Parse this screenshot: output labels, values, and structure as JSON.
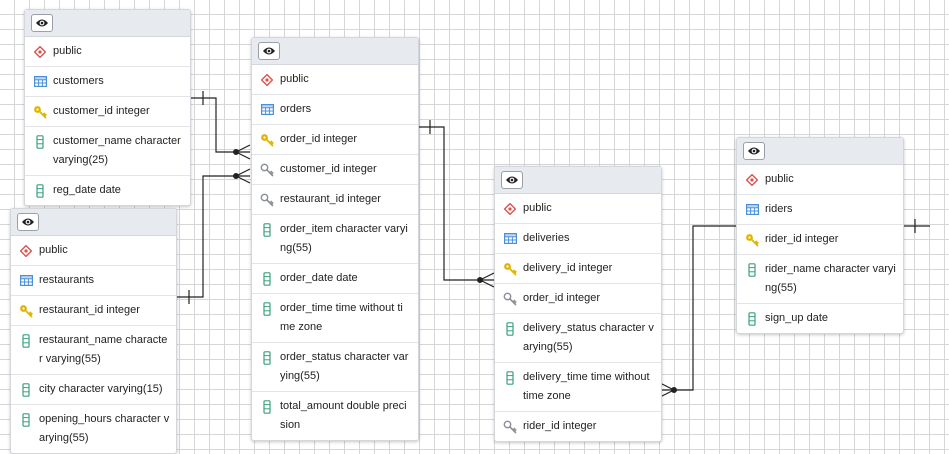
{
  "tables": {
    "customers": {
      "schema": "public",
      "name": "customers",
      "columns": [
        {
          "icon": "primary-key-icon",
          "text": "customer_id integer"
        },
        {
          "icon": "column-icon",
          "text": "customer_name character varying(25)"
        },
        {
          "icon": "column-icon",
          "text": "reg_date date"
        }
      ]
    },
    "restaurants": {
      "schema": "public",
      "name": "restaurants",
      "columns": [
        {
          "icon": "primary-key-icon",
          "text": "restaurant_id integer"
        },
        {
          "icon": "column-icon",
          "text": "restaurant_name character varying(55)"
        },
        {
          "icon": "column-icon",
          "text": "city character varying(15)"
        },
        {
          "icon": "column-icon",
          "text": "opening_hours character varying(55)"
        }
      ]
    },
    "orders": {
      "schema": "public",
      "name": "orders",
      "columns": [
        {
          "icon": "primary-key-icon",
          "text": "order_id integer"
        },
        {
          "icon": "foreign-key-icon",
          "text": "customer_id integer"
        },
        {
          "icon": "foreign-key-icon",
          "text": "restaurant_id integer"
        },
        {
          "icon": "column-icon",
          "text": "order_item character varying(55)"
        },
        {
          "icon": "column-icon",
          "text": "order_date date"
        },
        {
          "icon": "column-icon",
          "text": "order_time time without time zone"
        },
        {
          "icon": "column-icon",
          "text": "order_status character varying(55)"
        },
        {
          "icon": "column-icon",
          "text": "total_amount double precision"
        }
      ]
    },
    "deliveries": {
      "schema": "public",
      "name": "deliveries",
      "columns": [
        {
          "icon": "primary-key-icon",
          "text": "delivery_id integer"
        },
        {
          "icon": "foreign-key-icon",
          "text": "order_id integer"
        },
        {
          "icon": "column-icon",
          "text": "delivery_status character varying(55)"
        },
        {
          "icon": "column-icon",
          "text": "delivery_time time without time zone"
        },
        {
          "icon": "foreign-key-icon",
          "text": "rider_id integer"
        }
      ]
    },
    "riders": {
      "schema": "public",
      "name": "riders",
      "columns": [
        {
          "icon": "primary-key-icon",
          "text": "rider_id integer"
        },
        {
          "icon": "column-icon",
          "text": "rider_name character varying(55)"
        },
        {
          "icon": "column-icon",
          "text": "sign_up date"
        }
      ]
    }
  },
  "relationships": [
    {
      "from": "customers.customer_id",
      "to": "orders.customer_id",
      "cardinality": "one-to-many"
    },
    {
      "from": "restaurants.restaurant_id",
      "to": "orders.restaurant_id",
      "cardinality": "one-to-many"
    },
    {
      "from": "orders.order_id",
      "to": "deliveries.order_id",
      "cardinality": "one-to-many"
    },
    {
      "from": "riders.rider_id",
      "to": "deliveries.rider_id",
      "cardinality": "one-to-many"
    }
  ],
  "colors": {
    "schema_icon": "#d9534f",
    "table_icon": "#4a90d9",
    "primary_key": "#e0b400",
    "foreign_key": "#8a8f96",
    "column_icon": "#3aa17e",
    "header_bg": "#e7eaee",
    "relationship_line": "#222222"
  }
}
